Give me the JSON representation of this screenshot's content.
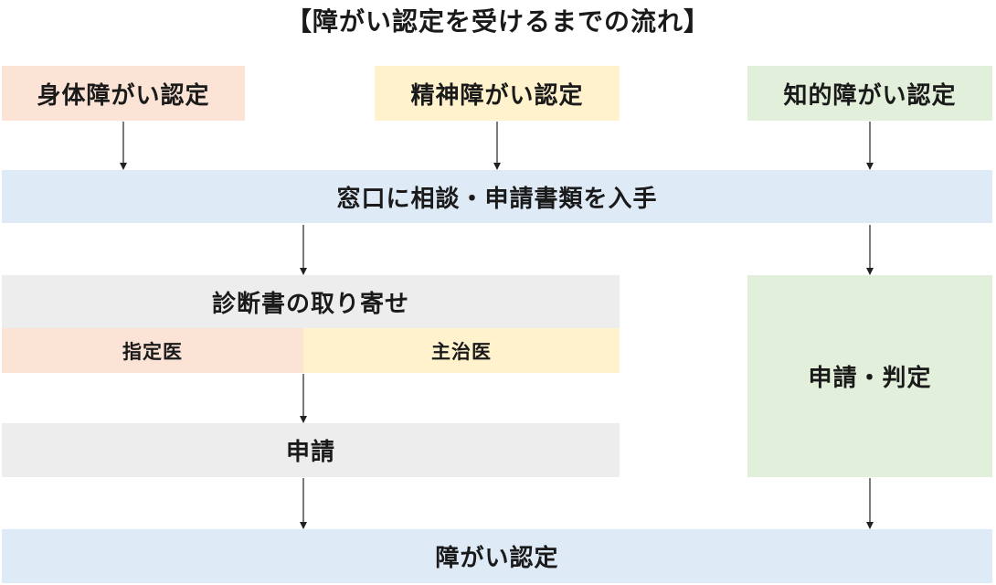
{
  "title": "【障がい認定を受けるまでの流れ】",
  "top_boxes": {
    "physical": "身体障がい認定",
    "mental": "精神障がい認定",
    "intellectual": "知的障がい認定"
  },
  "consult": "窓口に相談・申請書類を入手",
  "certificate": "診断書の取り寄せ",
  "designated_doctor": "指定医",
  "primary_doctor": "主治医",
  "apply": "申請",
  "apply_judgement": "申請・判定",
  "final": "障がい認定",
  "colors": {
    "pink": "#fbe3d6",
    "yellow": "#fff2cc",
    "green": "#e2efda",
    "blue": "#deeaf6",
    "gray": "#ededed"
  }
}
